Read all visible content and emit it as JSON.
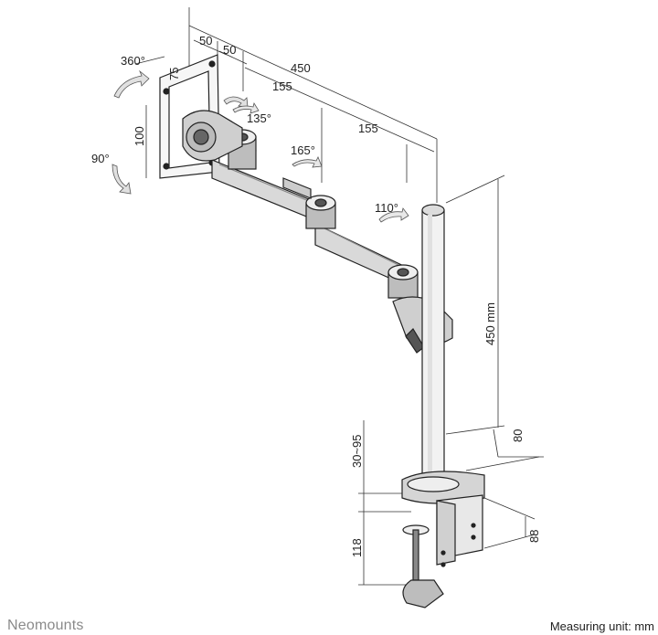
{
  "dimensions": {
    "top": [
      "50",
      "50",
      "450"
    ],
    "mid": [
      "155",
      "155"
    ],
    "vesa": [
      "75",
      "100"
    ],
    "height": "450 mm",
    "base": [
      "80",
      "88"
    ],
    "clamp": [
      "30~95",
      "118"
    ]
  },
  "angles": {
    "rotate": "360°",
    "tilt": "90°",
    "arm1": "135°",
    "arm2": "165°",
    "arm3": "110°"
  },
  "footer": {
    "brand": "Neomounts",
    "measuring_unit": "Measuring unit: mm"
  }
}
